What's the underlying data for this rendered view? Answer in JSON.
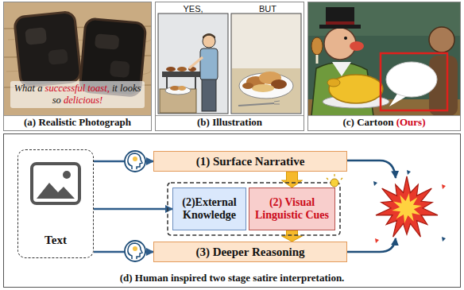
{
  "diagram": {
    "nodes": [
      {
        "text": [
          "What a successful toast, it looks so delicious!",
          "(a) Realistic Photograph"
        ]
      },
      {
        "text": [
          "YES,",
          "BUT",
          "(b) Illustration"
        ]
      },
      {
        "text": [
          "(c) Cartoon (Ours)"
        ]
      },
      {
        "text": [
          "(d) Human inspired two stage satire interpretation."
        ]
      },
      {
        "text": [
          "Text"
        ],
        "in": 3
      },
      {
        "text": [
          "(1) Surface Narrative"
        ],
        "in": 3
      },
      {
        "text": [
          "(2)External Knowledge"
        ],
        "in": 3
      },
      {
        "text": [
          "(2) Visual Linguistic Cues"
        ],
        "in": 3
      },
      {
        "text": [
          "(3) Deeper Reasoning"
        ],
        "in": 3
      }
    ],
    "edges": [
      {
        "from": 4,
        "to": 5,
        "arrow": "to"
      },
      {
        "from": 4,
        "to": 6,
        "arrow": "to"
      },
      {
        "from": 4,
        "to": 8,
        "arrow": "to"
      },
      {
        "from": 5,
        "to": 7,
        "arrow": "to"
      },
      {
        "from": 7,
        "to": 8,
        "arrow": "to"
      }
    ]
  }
}
